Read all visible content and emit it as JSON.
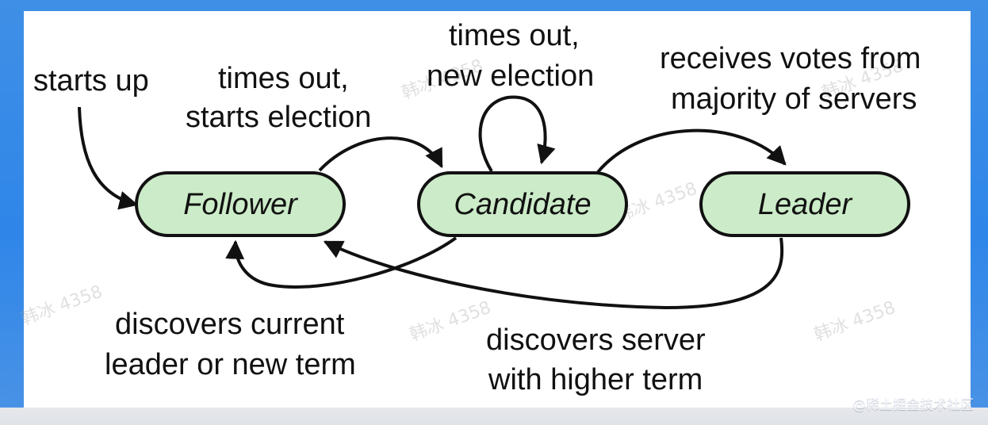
{
  "nodes": {
    "follower": "Follower",
    "candidate": "Candidate",
    "leader": "Leader"
  },
  "labels": {
    "starts_up": "starts up",
    "times_out_starts_election": [
      "times out,",
      "starts election"
    ],
    "times_out_new_election": [
      "times out,",
      "new election"
    ],
    "receives_votes": [
      "receives votes from",
      "majority of servers"
    ],
    "discovers_current_leader": [
      "discovers current",
      "leader or new term"
    ],
    "discovers_server_higher_term": [
      "discovers server",
      "with higher term"
    ]
  },
  "watermark": {
    "text": "韩冰 4358",
    "source": "@稀土掘金技术社区"
  },
  "colors": {
    "node_fill": "#ccebc8",
    "stroke": "#111111",
    "background": "#3f8fe6"
  }
}
